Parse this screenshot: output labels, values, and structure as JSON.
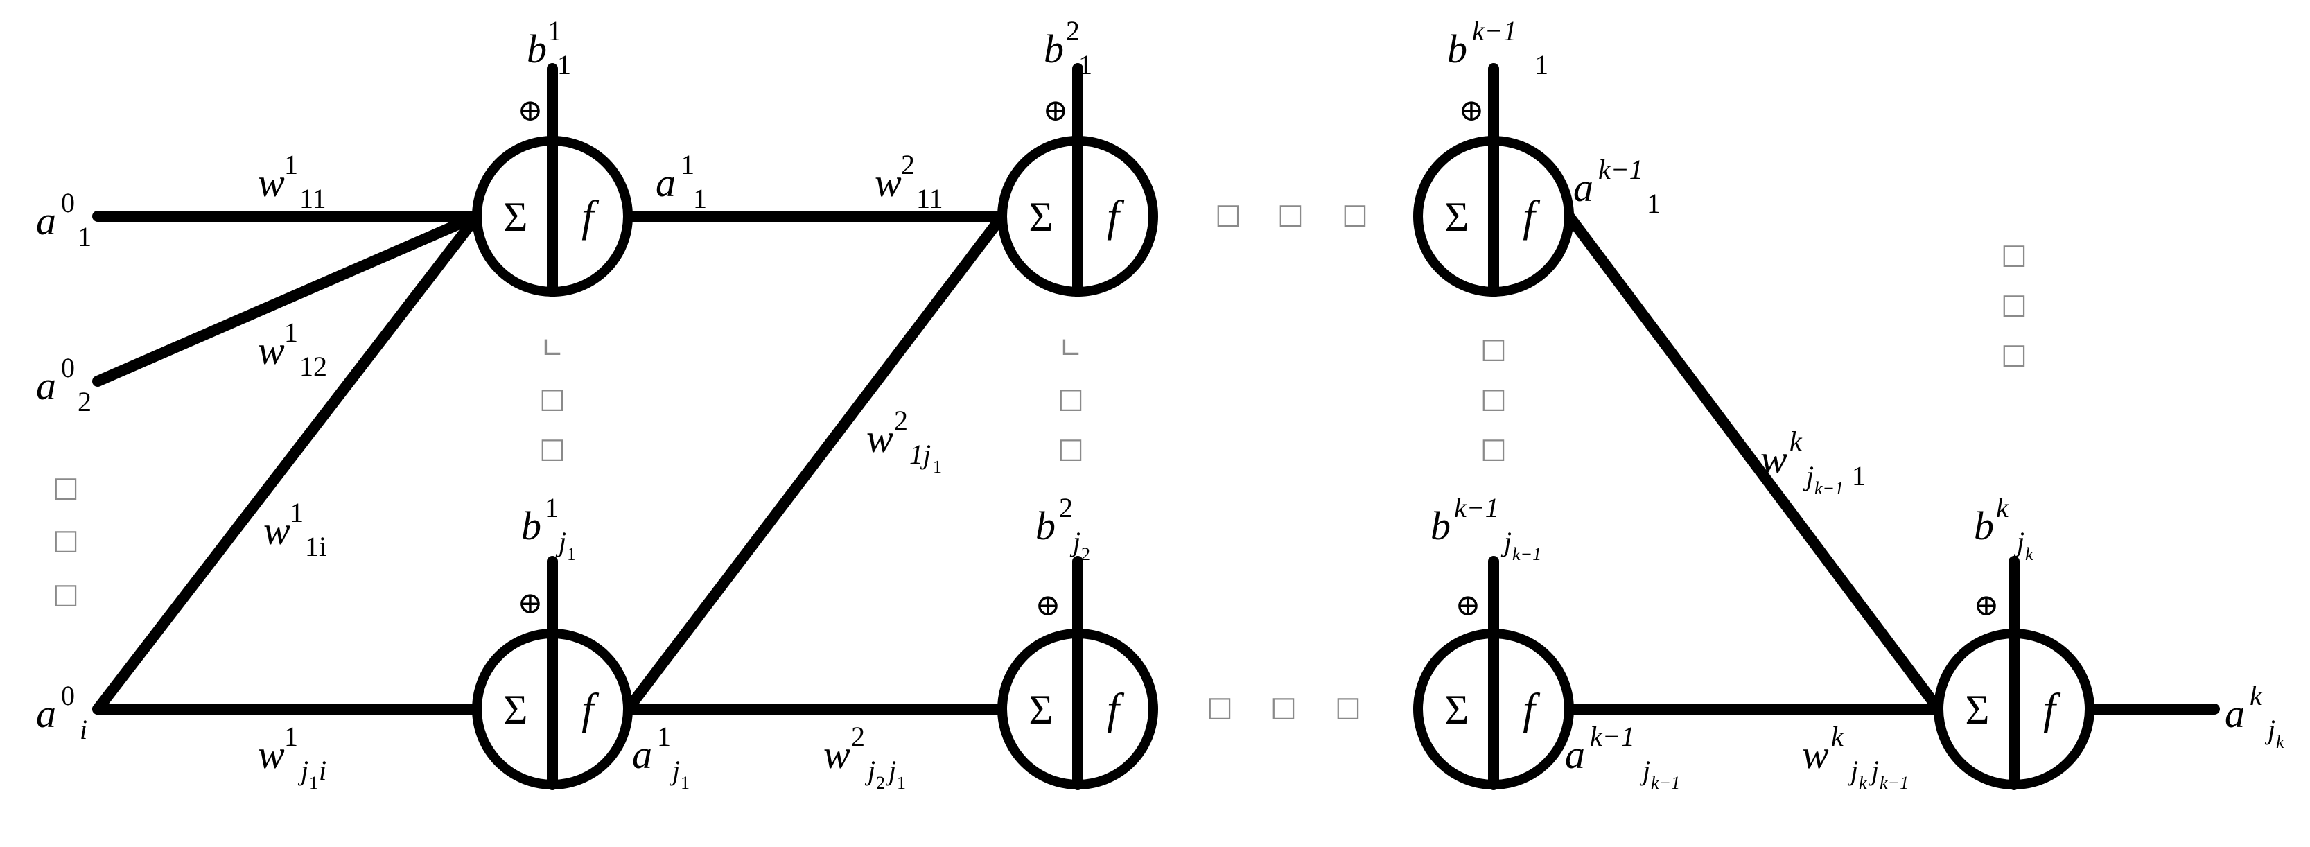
{
  "diagram": {
    "node_symbols": {
      "sum": "Σ",
      "activation": "f",
      "bias_add": "⊕"
    },
    "ellipsis_glyph": "□",
    "ellipsis_glyph_corner": "∟",
    "inputs": {
      "a0_1": {
        "base": "a",
        "sup": "0",
        "sub": "1"
      },
      "a0_2": {
        "base": "a",
        "sup": "0",
        "sub": "2"
      },
      "a0_i": {
        "base": "a",
        "sup": "0",
        "sub": "i"
      }
    },
    "biases": {
      "b1_1": {
        "base": "b",
        "sup": "1",
        "sub": "1"
      },
      "b1_j1": {
        "base": "b",
        "sup": "1",
        "sub": "j",
        "subsub": "1"
      },
      "b2_1": {
        "base": "b",
        "sup": "2",
        "sub": "1"
      },
      "b2_j2": {
        "base": "b",
        "sup": "2",
        "sub": "j",
        "subsub": "2"
      },
      "bk1_1": {
        "base": "b",
        "sup": "k−1",
        "sub": "1"
      },
      "bk1_jk1": {
        "base": "b",
        "sup": "k−1",
        "sub": "j",
        "subsub": "k−1"
      },
      "bk_jk": {
        "base": "b",
        "sup": "k",
        "sub": "j",
        "subsub": "k"
      }
    },
    "activations": {
      "a1_1": {
        "base": "a",
        "sup": "1",
        "sub": "1"
      },
      "a1_j1": {
        "base": "a",
        "sup": "1",
        "sub": "j",
        "subsub": "1"
      },
      "ak1_1": {
        "base": "a",
        "sup": "k−1",
        "sub": "1"
      },
      "ak1_jk1": {
        "base": "a",
        "sup": "k−1",
        "sub": "j",
        "subsub": "k−1"
      },
      "ak_jk": {
        "base": "a",
        "sup": "k",
        "sub": "j",
        "subsub": "k"
      }
    },
    "weights": {
      "w1_11": {
        "base": "w",
        "sup": "1",
        "sub": "11"
      },
      "w1_12": {
        "base": "w",
        "sup": "1",
        "sub": "12"
      },
      "w1_1i": {
        "base": "w",
        "sup": "1",
        "sub": "1i"
      },
      "w1_j1i": {
        "base": "w",
        "sup": "1",
        "sub": "j",
        "subsub": "1",
        "tail": "i"
      },
      "w2_11": {
        "base": "w",
        "sup": "2",
        "sub": "11"
      },
      "w2_1j1": {
        "base": "w",
        "sup": "2",
        "sub": "1j",
        "subsub": "1"
      },
      "w2_j2j1": {
        "base": "w",
        "sup": "2",
        "sub": "j",
        "subsub": "2",
        "tail": "j",
        "tailsub": "1"
      },
      "wk_jk11": {
        "base": "w",
        "sup": "k",
        "sub": "j",
        "subsub": "k−1",
        "tail": "1"
      },
      "wk_jkjk1": {
        "base": "w",
        "sup": "k",
        "sub": "j",
        "subsub": "k",
        "tail": "j",
        "tailsub": "k−1"
      }
    }
  }
}
